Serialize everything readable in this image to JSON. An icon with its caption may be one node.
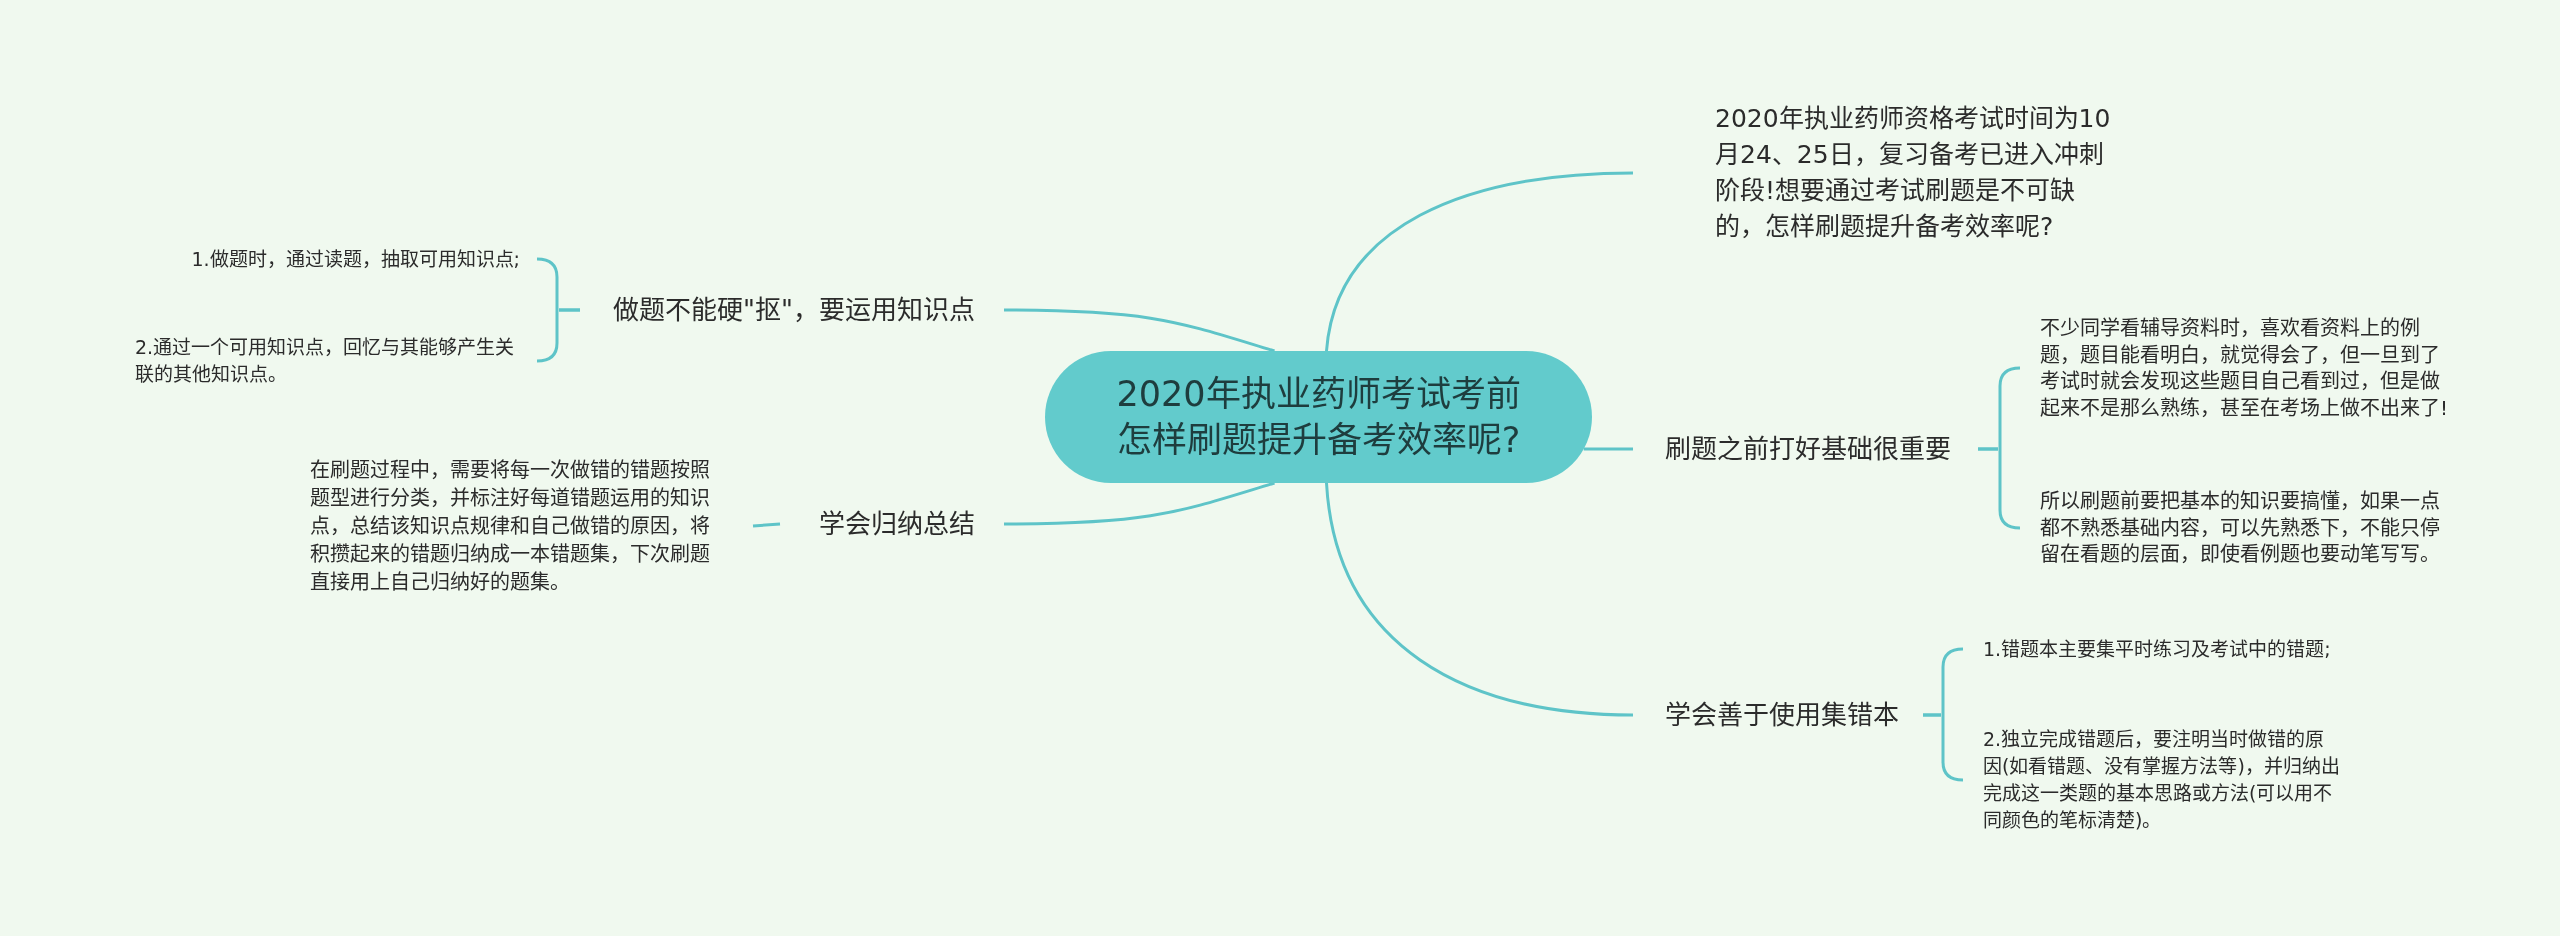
{
  "diagram": {
    "nodes": [
      {
        "text": [
          "2020年执业药师考试考前怎样刷题提升备考效率呢?"
        ]
      },
      {
        "text": [
          "2020年执业药师资格考试时间为10月24、25日，复习备考已进入冲刺阶段!想要通过考试刷题是不可缺的，怎样刷题提升备考效率呢?"
        ]
      },
      {
        "text": [
          "刷题之前打好基础很重要"
        ]
      },
      {
        "text": [
          "不少同学看辅导资料时，喜欢看资料上的例题，题目能看明白，就觉得会了，但一旦到了考试时就会发现这些题目自己看到过，但是做起来不是那么熟练，甚至在考场上做不出来了!"
        ]
      },
      {
        "text": [
          "所以刷题前要把基本的知识要搞懂，如果一点都不熟悉基础内容，可以先熟悉下，不能只停留在看题的层面，即使看例题也要动笔写写。"
        ]
      },
      {
        "text": [
          "学会善于使用集错本"
        ]
      },
      {
        "text": [
          "1.错题本主要集平时练习及考试中的错题;"
        ]
      },
      {
        "text": [
          "2.独立完成错题后，要注明当时做错的原因(如看错题、没有掌握方法等)，并归纳出完成这一类题的基本思路或方法(可以用不同颜色的笔标清楚)。"
        ]
      },
      {
        "text": [
          "做题不能硬\"抠\"，要运用知识点"
        ]
      },
      {
        "text": [
          "1.做题时，通过读题，抽取可用知识点;"
        ]
      },
      {
        "text": [
          "2.通过一个可用知识点，回忆与其能够产生关联的其他知识点。"
        ]
      },
      {
        "text": [
          "学会归纳总结"
        ]
      },
      {
        "text": [
          "在刷题过程中，需要将每一次做错的错题按照题型进行分类，并标注好每道错题运用的知识点，总结该知识点规律和自己做错的原因，将积攒起来的错题归纳成一本错题集，下次刷题直接用上自己归纳好的题集。"
        ]
      }
    ],
    "edges": [
      {
        "from": 0,
        "to": 1,
        "arrow": "none"
      },
      {
        "from": 0,
        "to": 2,
        "arrow": "none"
      },
      {
        "from": 2,
        "to": 3,
        "arrow": "none"
      },
      {
        "from": 2,
        "to": 4,
        "arrow": "none"
      },
      {
        "from": 0,
        "to": 5,
        "arrow": "none"
      },
      {
        "from": 5,
        "to": 6,
        "arrow": "none"
      },
      {
        "from": 5,
        "to": 7,
        "arrow": "none"
      },
      {
        "from": 0,
        "to": 8,
        "arrow": "none"
      },
      {
        "from": 8,
        "to": 9,
        "arrow": "none"
      },
      {
        "from": 8,
        "to": 10,
        "arrow": "none"
      },
      {
        "from": 0,
        "to": 11,
        "arrow": "none"
      },
      {
        "from": 11,
        "to": 12,
        "arrow": "none"
      }
    ]
  }
}
